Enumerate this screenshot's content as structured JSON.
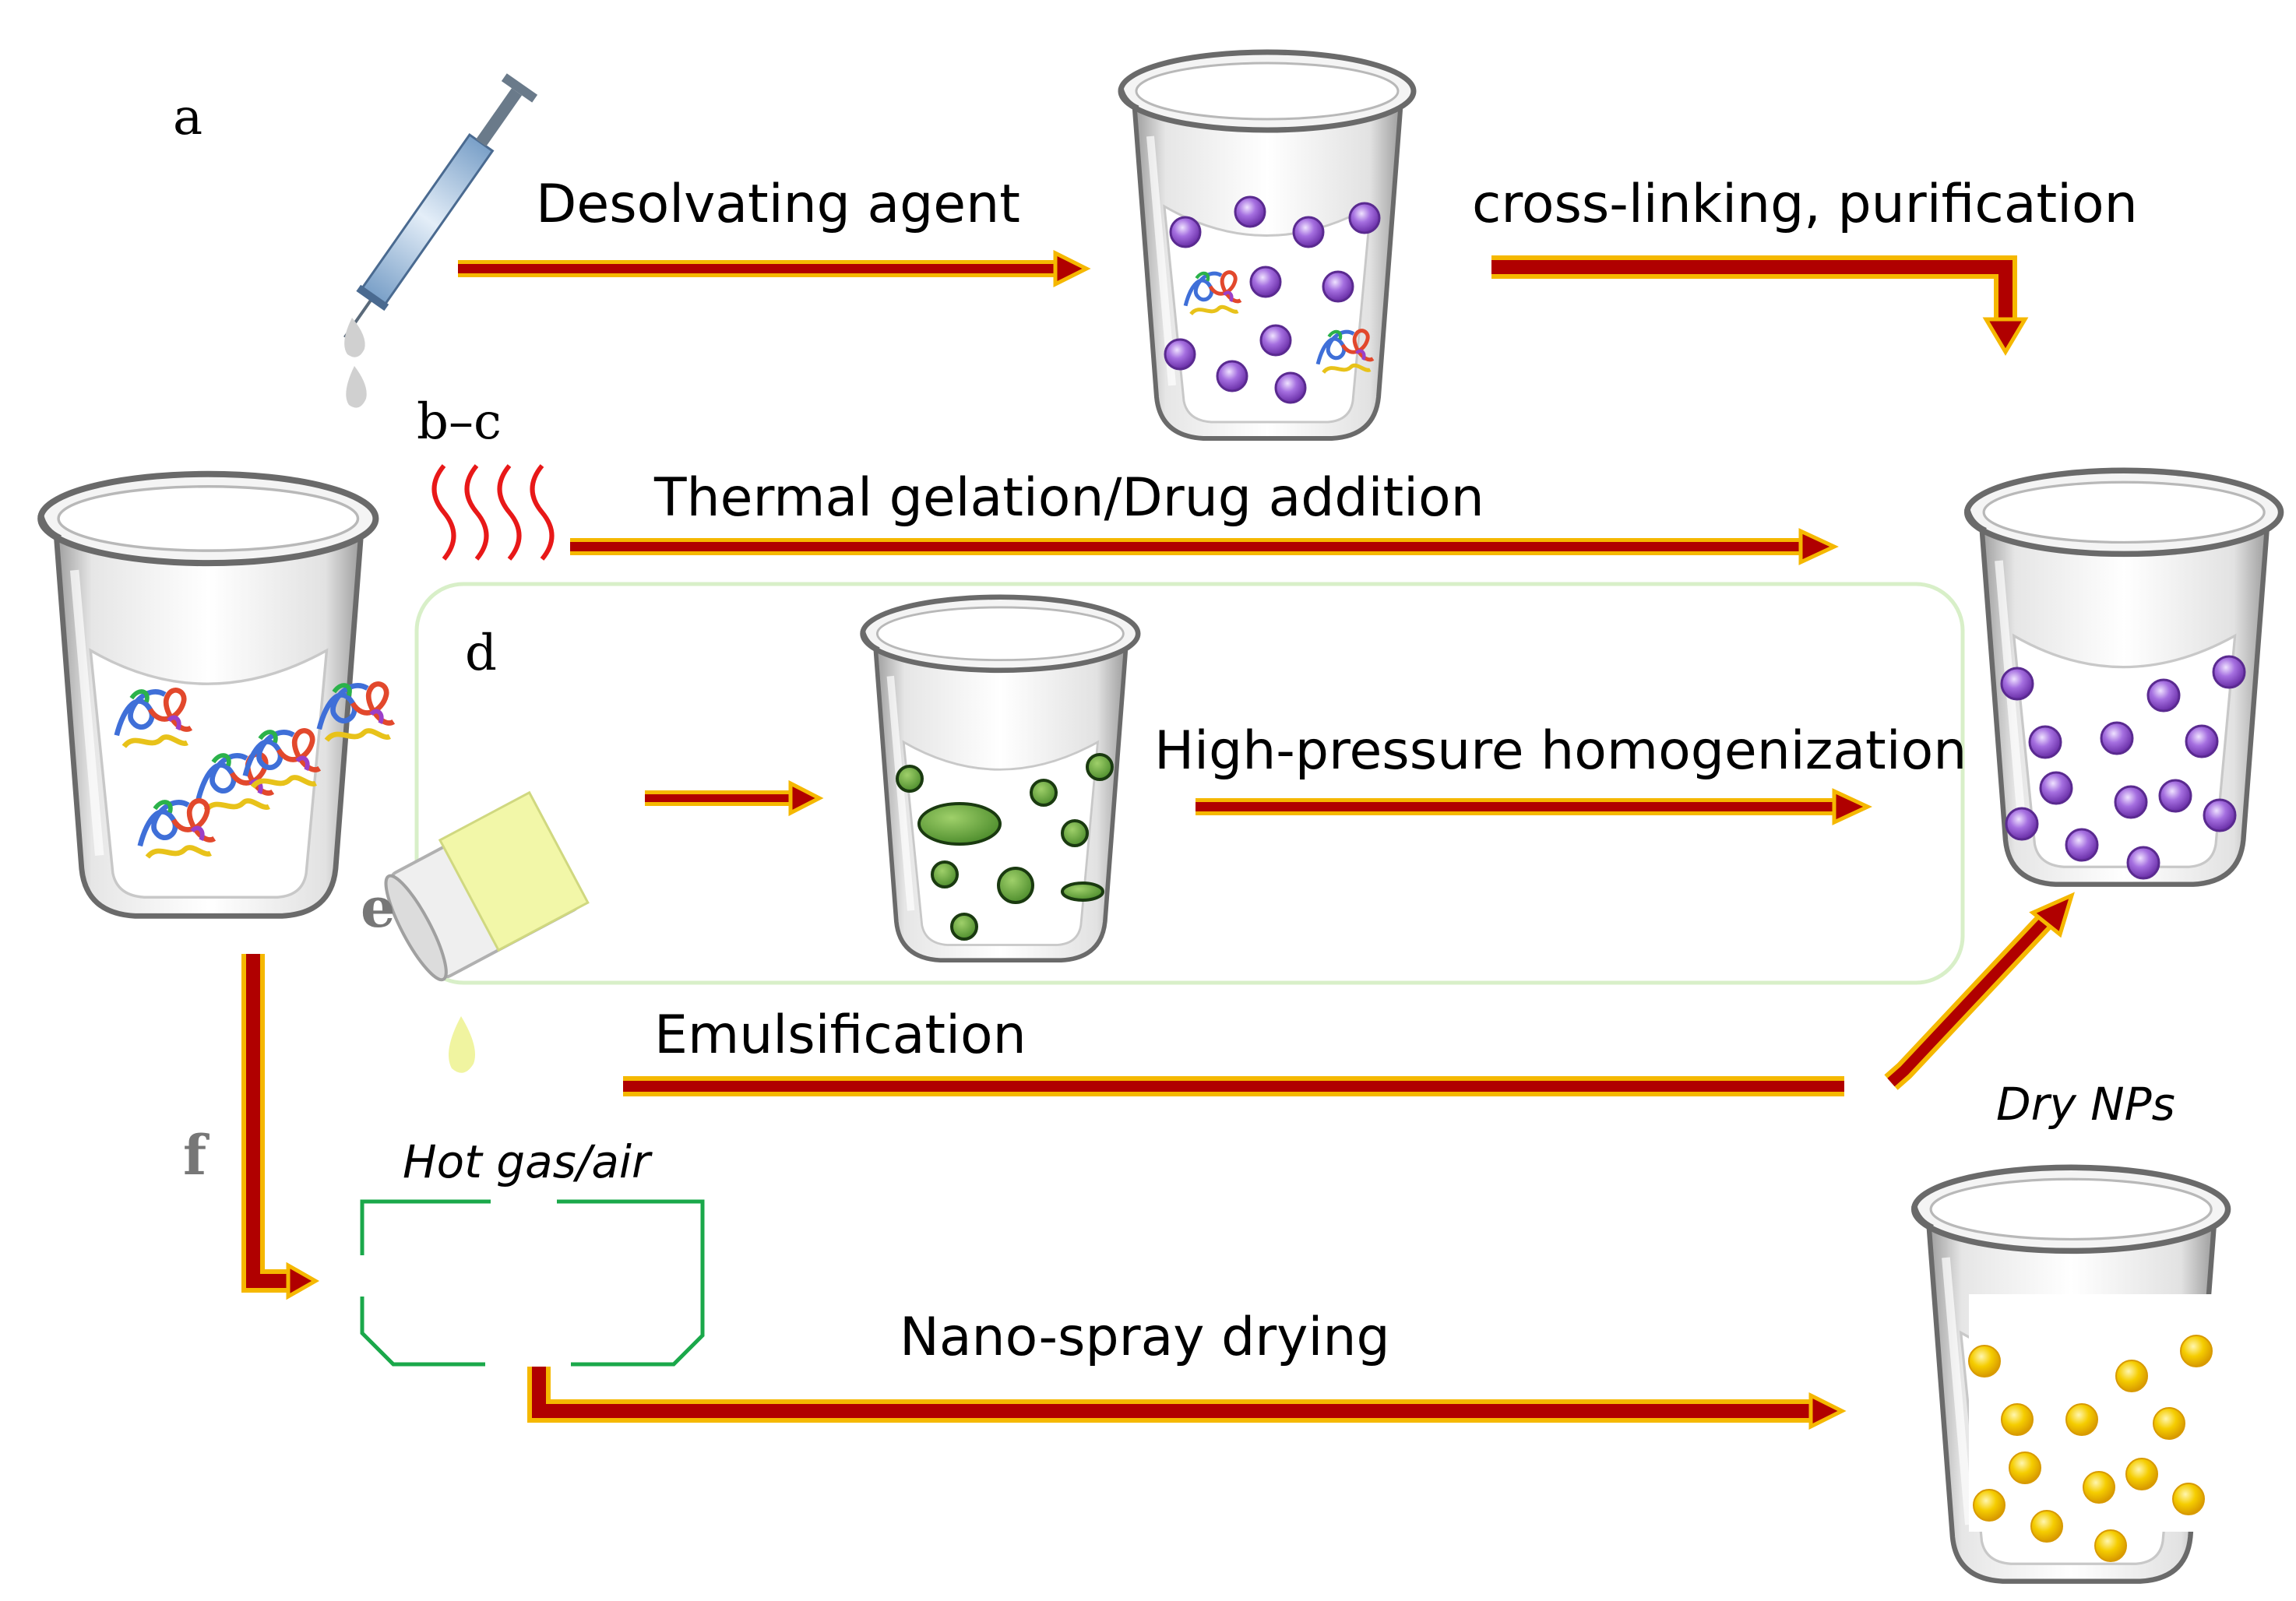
{
  "panel_labels": {
    "a": "a",
    "bc": "b–c",
    "d": "d",
    "e": "e",
    "f": "f"
  },
  "steps": {
    "desolvating": "Desolvating agent",
    "crosslinking": "cross-linking, purification",
    "thermal": "Thermal gelation/Drug addition",
    "homogenization": "High-pressure homogenization",
    "emulsification": "Emulsification",
    "hot_gas": "Hot gas/air",
    "spray": "Nano-spray drying",
    "dry_nps": "Dry NPs"
  },
  "colors": {
    "arrow_fill": "#b00000",
    "arrow_outline": "#f5b800",
    "nanoparticle": "#8a4fc7",
    "emulsion_droplet": "#5a9a32",
    "dry_particle": "#f2c200",
    "heat_wave": "#e81818",
    "spray_chamber": "#1aa84a",
    "region_border": "#d8efc8"
  },
  "icons": [
    "syringe-icon",
    "heat-waves-icon",
    "oil-vial-icon",
    "beaker-icon",
    "protein-icon"
  ]
}
